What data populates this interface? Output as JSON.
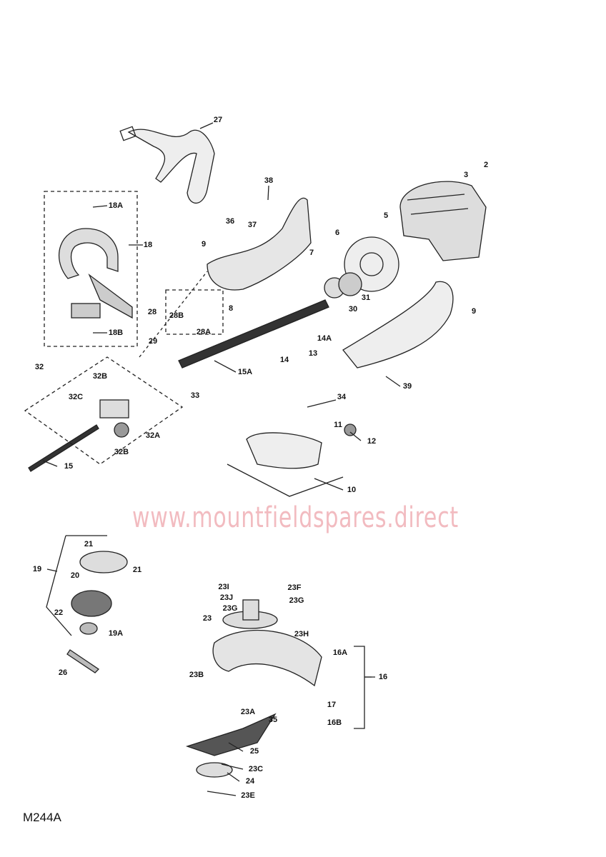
{
  "diagram_code": "M244A",
  "watermark": "www.mountfieldspares.direct",
  "part_labels": [
    "27",
    "2",
    "3",
    "38",
    "18A",
    "5",
    "36",
    "37",
    "6",
    "18",
    "9",
    "7",
    "31",
    "8",
    "30",
    "9",
    "28",
    "28B",
    "28A",
    "18B",
    "14A",
    "29",
    "13",
    "14",
    "15A",
    "39",
    "32",
    "32B",
    "33",
    "32C",
    "34",
    "11",
    "12",
    "32A",
    "32B",
    "15",
    "10",
    "21",
    "19",
    "21",
    "20",
    "23I",
    "23F",
    "23J",
    "23G",
    "23G",
    "22",
    "23",
    "19A",
    "23H",
    "16A",
    "26",
    "16",
    "23B",
    "17",
    "23A",
    "35",
    "16B",
    "25",
    "23C",
    "24",
    "23E"
  ]
}
